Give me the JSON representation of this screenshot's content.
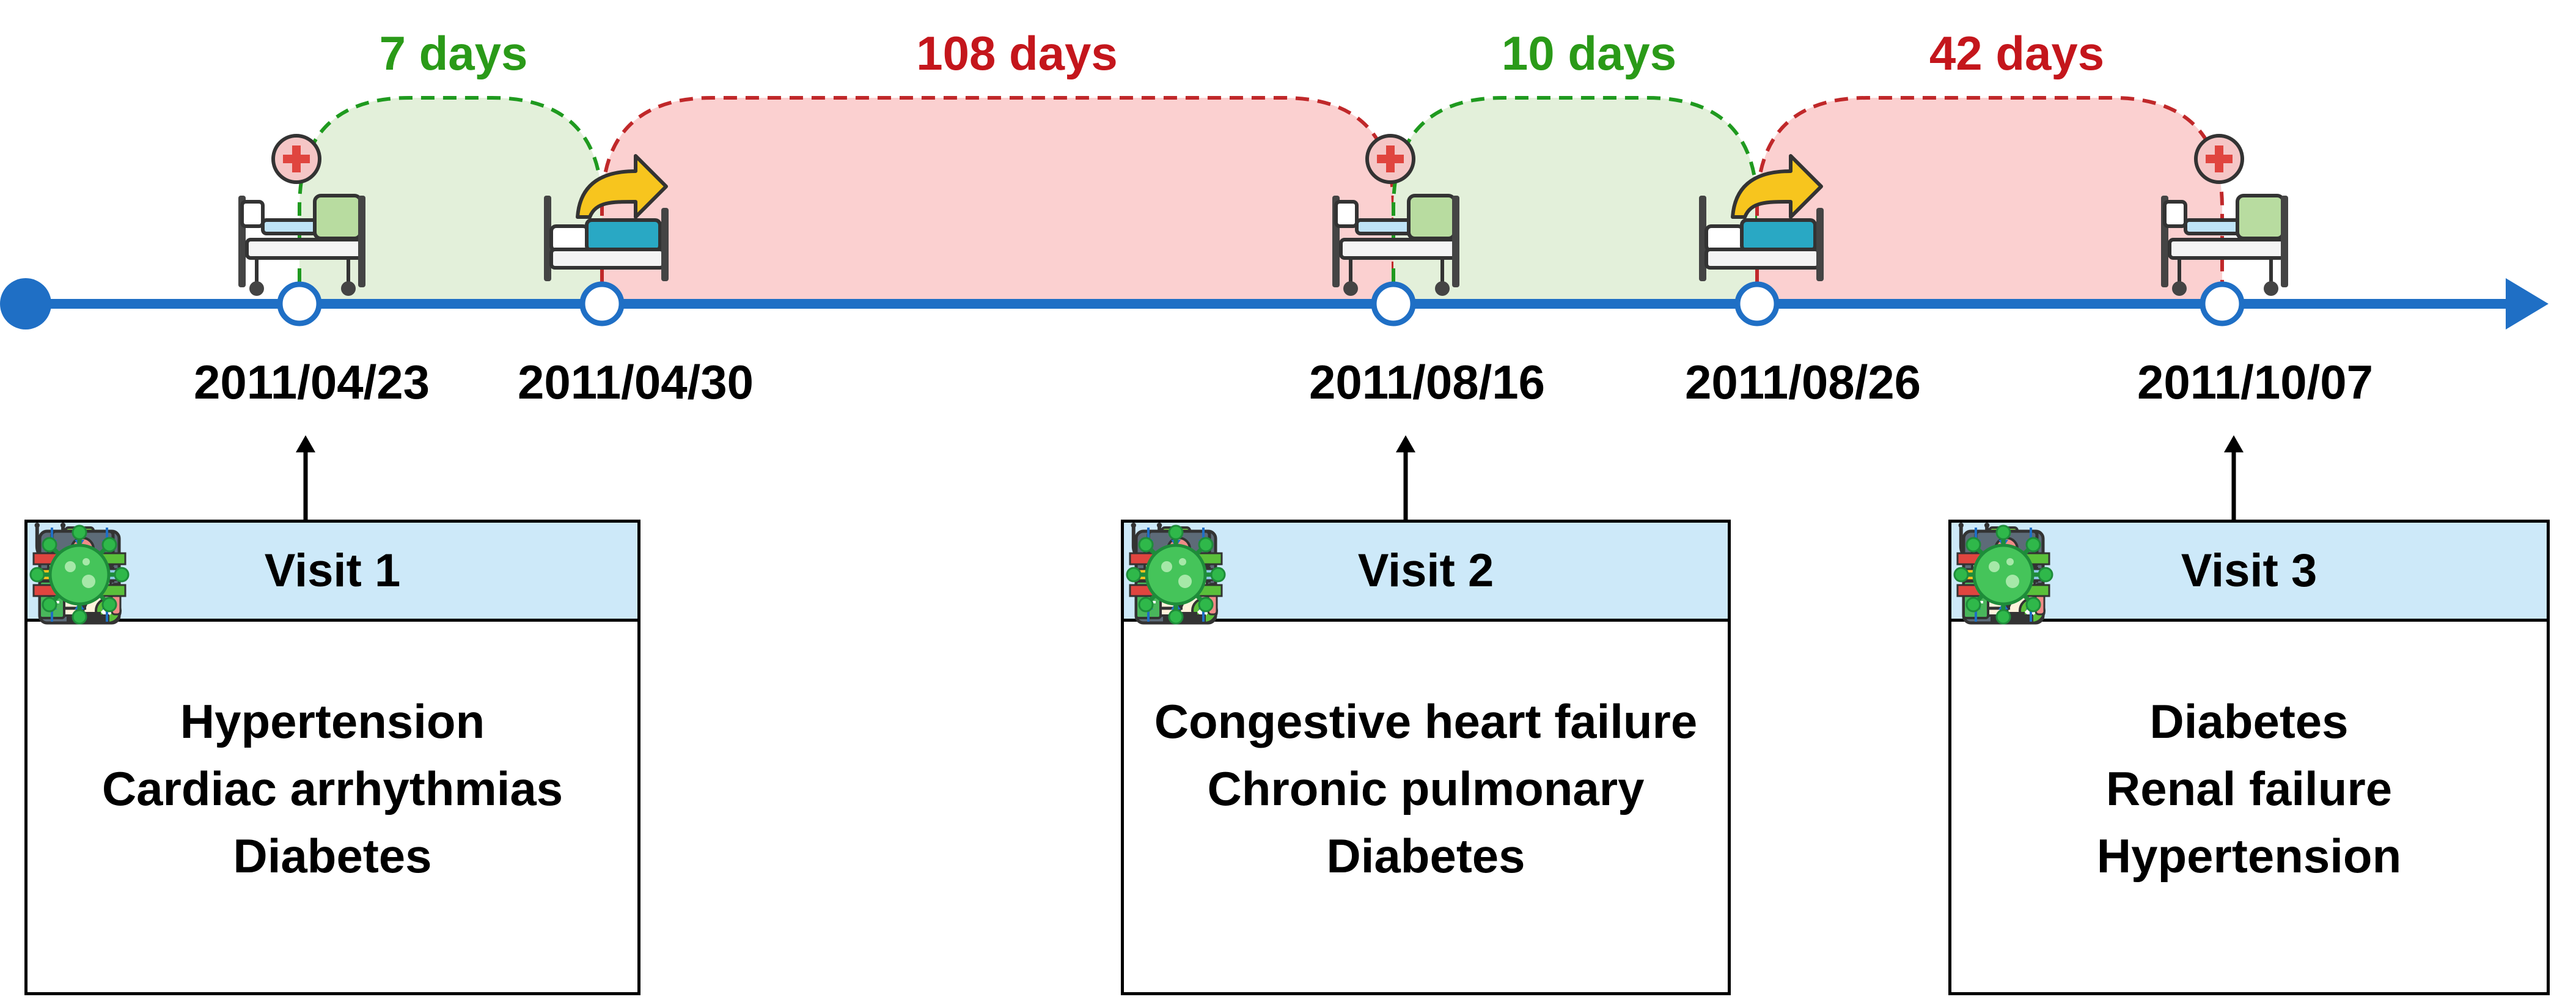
{
  "timeline": {
    "events": [
      {
        "date": "2011/04/23",
        "type": "admission"
      },
      {
        "date": "2011/04/30",
        "type": "discharge"
      },
      {
        "date": "2011/08/16",
        "type": "admission"
      },
      {
        "date": "2011/08/26",
        "type": "discharge"
      },
      {
        "date": "2011/10/07",
        "type": "admission"
      }
    ],
    "intervals": [
      {
        "label": "7 days",
        "kind": "stay"
      },
      {
        "label": "108 days",
        "kind": "gap"
      },
      {
        "label": "10 days",
        "kind": "stay"
      },
      {
        "label": "42 days",
        "kind": "gap"
      }
    ]
  },
  "visits": [
    {
      "title": "Visit 1",
      "conditions": [
        "Hypertension",
        "Cardiac arrhythmias",
        "Diabetes"
      ]
    },
    {
      "title": "Visit 2",
      "conditions": [
        "Congestive heart failure",
        "Chronic pulmonary",
        "Diabetes"
      ]
    },
    {
      "title": "Visit 3",
      "conditions": [
        "Diabetes",
        "Renal failure",
        "Hypertension"
      ]
    }
  ],
  "visit_icons": [
    "clipboard-icon",
    "lab-microscope-icon",
    "sequence-bars-icon",
    "virus-icon"
  ],
  "colors": {
    "axis": "#1f6fc5",
    "stay_fill": "#e3f0da",
    "stay_line": "#1f9a1f",
    "stay_text": "#2a9a18",
    "gap_fill": "#fbd0d0",
    "gap_line": "#c0282a",
    "gap_text": "#c4161c",
    "header_fill": "#cde9f9"
  }
}
